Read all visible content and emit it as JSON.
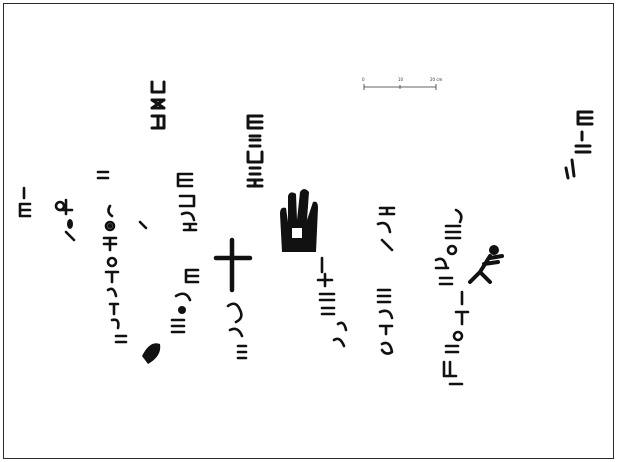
{
  "figure": {
    "ink_color": "#111111",
    "paper_color": "#ffffff",
    "border_color": "#2a2a2a"
  },
  "scale_bar": {
    "labels": [
      "0",
      "10",
      "20 cm"
    ]
  }
}
